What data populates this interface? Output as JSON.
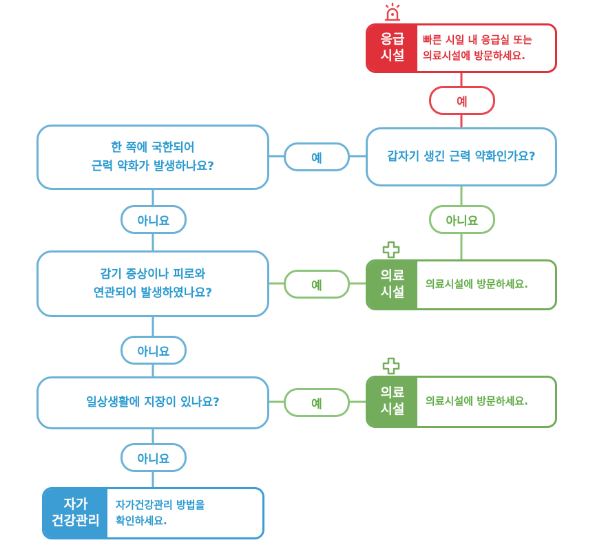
{
  "emergency": {
    "tag": "응급\n시설",
    "text": "빠른 시일 내 응급실 또는\n의료시설에 방문하세요."
  },
  "q_sudden": "갑자기 생긴 근력 약화인가요?",
  "q_one_side": "한 쪽에 국한되어\n근력 약화가 발생하나요?",
  "q_cold": "감기 증상이나 피로와\n연관되어 발생하였나요?",
  "q_daily": "일상생활에 지장이 있나요?",
  "yes_label": "예",
  "no_label": "아니요",
  "clinic": {
    "tag": "의료\n시설",
    "text": "의료시설에 방문하세요."
  },
  "selfcare": {
    "tag": "자가\n건강관리",
    "text": "자가건강관리 방법을\n확인하세요."
  },
  "colors": {
    "blue": "#6bb2d6",
    "green": "#8cc47a",
    "red": "#e8454e"
  },
  "icons": [
    "siren-icon",
    "medical-cross-icon"
  ]
}
